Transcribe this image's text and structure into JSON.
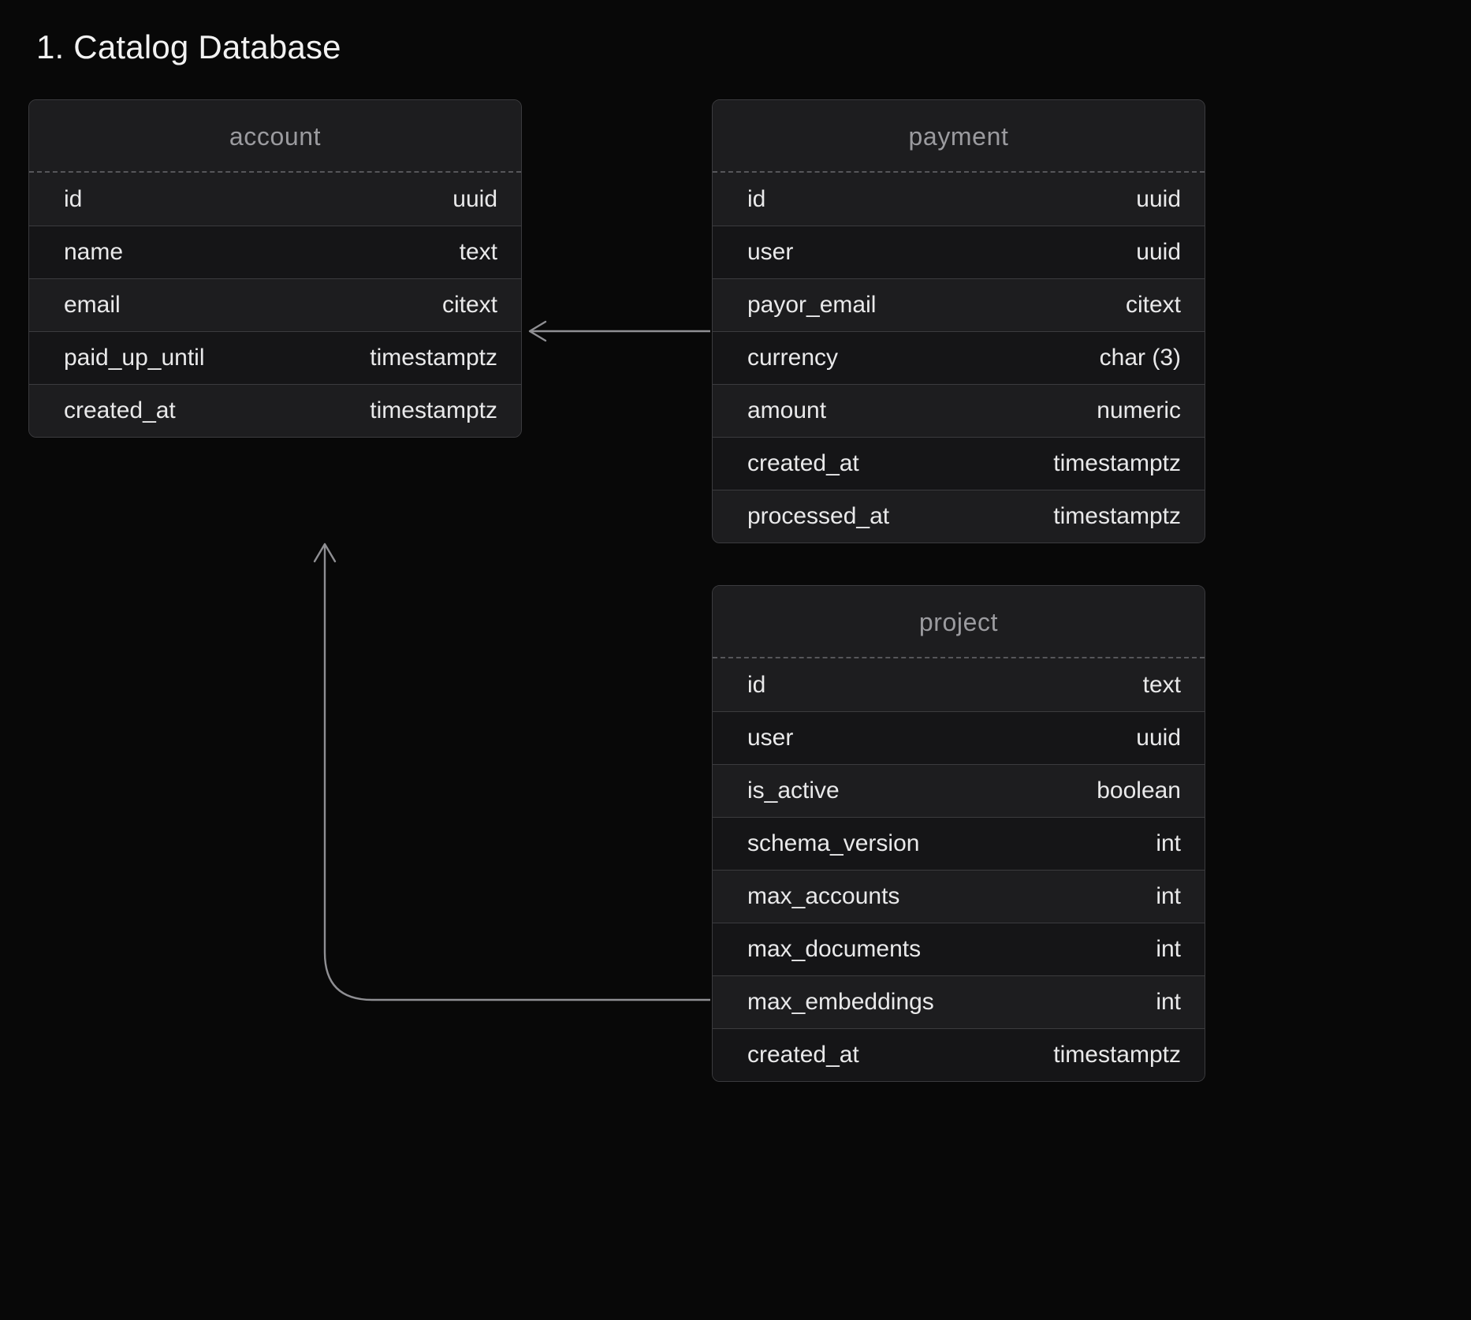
{
  "page": {
    "title": "1. Catalog Database",
    "background_color": "#080808",
    "card_background": "#1d1d1f",
    "card_border_color": "#3b3b3e",
    "header_text_color": "#9b9b9f",
    "row_text_color": "#e9e9ea",
    "connector_color": "#9a9a9e"
  },
  "diagram": {
    "type": "entity-relationship",
    "tables": [
      {
        "name": "account",
        "columns": [
          {
            "name": "id",
            "type": "uuid"
          },
          {
            "name": "name",
            "type": "text"
          },
          {
            "name": "email",
            "type": "citext"
          },
          {
            "name": "paid_up_until",
            "type": "timestamptz"
          },
          {
            "name": "created_at",
            "type": "timestamptz"
          }
        ]
      },
      {
        "name": "payment",
        "columns": [
          {
            "name": "id",
            "type": "uuid"
          },
          {
            "name": "user",
            "type": "uuid"
          },
          {
            "name": "payor_email",
            "type": "citext"
          },
          {
            "name": "currency",
            "type": "char (3)"
          },
          {
            "name": "amount",
            "type": "numeric"
          },
          {
            "name": "created_at",
            "type": "timestamptz"
          },
          {
            "name": "processed_at",
            "type": "timestamptz"
          }
        ]
      },
      {
        "name": "project",
        "columns": [
          {
            "name": "id",
            "type": "text"
          },
          {
            "name": "user",
            "type": "uuid"
          },
          {
            "name": "is_active",
            "type": "boolean"
          },
          {
            "name": "schema_version",
            "type": "int"
          },
          {
            "name": "max_accounts",
            "type": "int"
          },
          {
            "name": "max_documents",
            "type": "int"
          },
          {
            "name": "max_embeddings",
            "type": "int"
          },
          {
            "name": "created_at",
            "type": "timestamptz"
          }
        ]
      }
    ],
    "relationships": [
      {
        "from": "payment",
        "to": "account",
        "style": "straight-arrow-left"
      },
      {
        "from": "project",
        "to": "account",
        "style": "elbow-arrow-up"
      }
    ]
  }
}
